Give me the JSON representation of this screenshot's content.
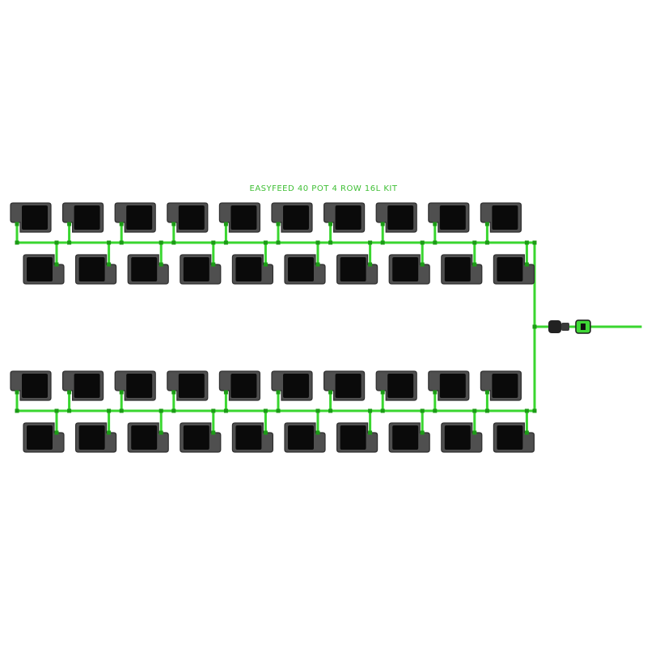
{
  "title": "EASYFEED 40 POT 4 ROW 16L KIT",
  "colors": {
    "tube": "#39d62f",
    "tube_dark": "#1c9a16",
    "pot_body": "#4f4f4f",
    "pot_edge": "#2e2e2e",
    "pot_inner": "#0a0a0a",
    "connector": "#222222",
    "valve": "#3fd836",
    "title": "#3fbf35"
  },
  "layout_summary": {
    "rows": 4,
    "pots_per_row": 10,
    "total_pots": 40
  }
}
